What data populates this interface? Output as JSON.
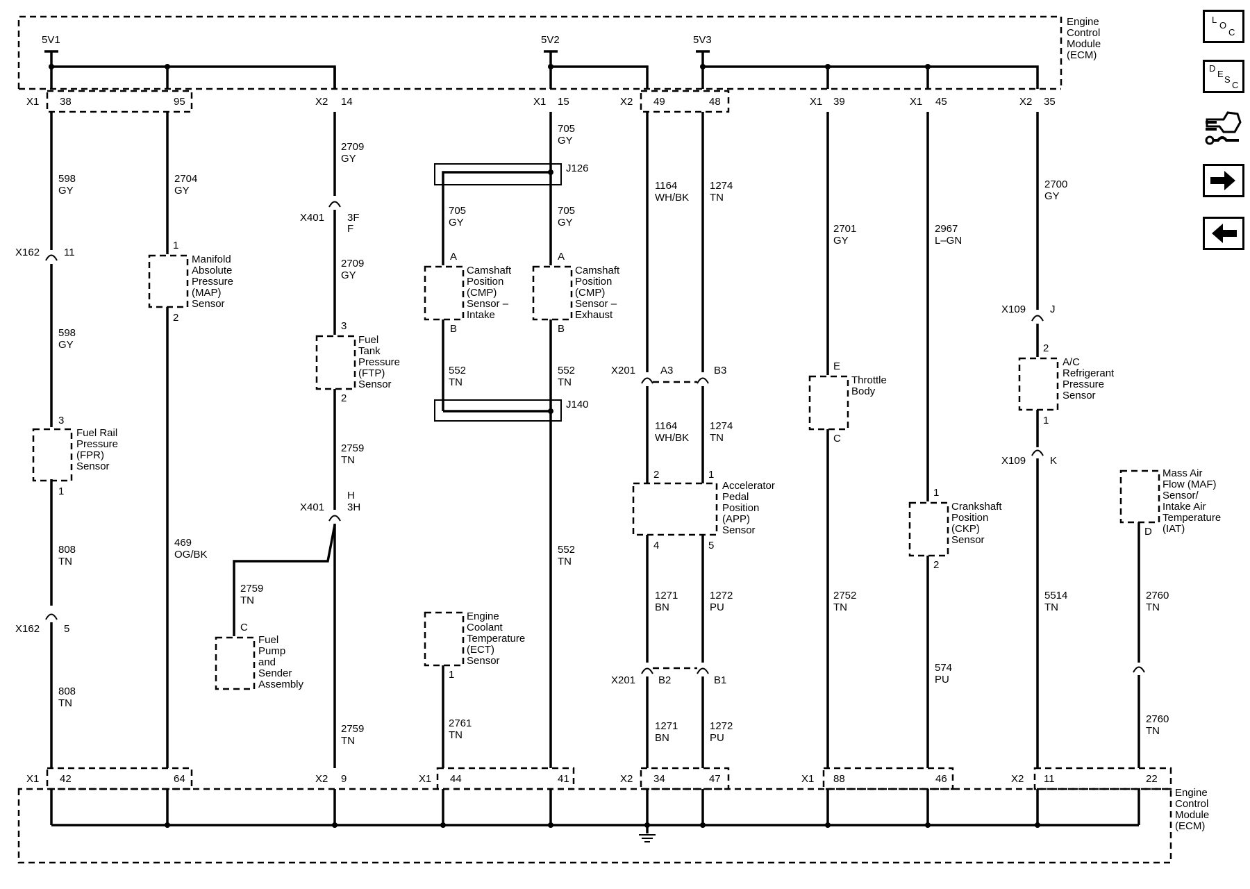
{
  "nav": {
    "loc": [
      "L",
      "O",
      "C"
    ],
    "desc": [
      "D",
      "E",
      "S",
      "C"
    ]
  },
  "ecm": {
    "top_label": [
      "Engine",
      "Control",
      "Module",
      "(ECM)"
    ],
    "bottom_label": [
      "Engine",
      "Control",
      "Module",
      "(ECM)"
    ]
  },
  "supplies": [
    "5V1",
    "5V2",
    "5V3"
  ],
  "top_pins": {
    "conn": [
      "X1",
      "X2",
      "X1",
      "X2",
      "X1",
      "X1",
      "X2"
    ],
    "nums": [
      "38",
      "95",
      "14",
      "15",
      "49",
      "48",
      "39",
      "45",
      "35"
    ]
  },
  "bottom_pins": {
    "conn": [
      "X1",
      "X2",
      "X1",
      "X2",
      "X1",
      "X2"
    ],
    "nums": [
      "42",
      "64",
      "9",
      "44",
      "41",
      "34",
      "47",
      "88",
      "46",
      "11",
      "22"
    ]
  },
  "wires": [
    [
      "598",
      "GY"
    ],
    [
      "598",
      "GY"
    ],
    [
      "808",
      "TN"
    ],
    [
      "808",
      "TN"
    ],
    [
      "2704",
      "GY"
    ],
    [
      "469",
      "OG/BK"
    ],
    [
      "2709",
      "GY"
    ],
    [
      "2709",
      "GY"
    ],
    [
      "2759",
      "TN"
    ],
    [
      "2759",
      "TN"
    ],
    [
      "2759",
      "TN"
    ],
    [
      "705",
      "GY"
    ],
    [
      "705",
      "GY"
    ],
    [
      "705",
      "GY"
    ],
    [
      "552",
      "TN"
    ],
    [
      "552",
      "TN"
    ],
    [
      "552",
      "TN"
    ],
    [
      "2761",
      "TN"
    ],
    [
      "1164",
      "WH/BK"
    ],
    [
      "1164",
      "WH/BK"
    ],
    [
      "1274",
      "TN"
    ],
    [
      "1274",
      "TN"
    ],
    [
      "1271",
      "BN"
    ],
    [
      "1271",
      "BN"
    ],
    [
      "1272",
      "PU"
    ],
    [
      "1272",
      "PU"
    ],
    [
      "2701",
      "GY"
    ],
    [
      "2752",
      "TN"
    ],
    [
      "2967",
      "L–GN"
    ],
    [
      "574",
      "PU"
    ],
    [
      "2700",
      "GY"
    ],
    [
      "5514",
      "TN"
    ],
    [
      "2760",
      "TN"
    ],
    [
      "2760",
      "TN"
    ]
  ],
  "inline_connectors": [
    {
      "name": "X162",
      "pin": "11"
    },
    {
      "name": "X162",
      "pin": "5"
    },
    {
      "name": "X401",
      "pin": "3F",
      "pin2": "F"
    },
    {
      "name": "X401",
      "pin": "H",
      "pin2": "3H"
    },
    {
      "name": "X201",
      "pin": "A3"
    },
    {
      "name": "",
      "pin": "B3"
    },
    {
      "name": "X201",
      "pin": "B2"
    },
    {
      "name": "",
      "pin": "B1"
    },
    {
      "name": "X109",
      "pin": "J"
    },
    {
      "name": "X109",
      "pin": "K"
    }
  ],
  "splices": [
    "J126",
    "J140"
  ],
  "components": [
    {
      "lines": [
        "Fuel Rail",
        "Pressure",
        "(FPR)",
        "Sensor"
      ],
      "pins": [
        "3",
        "1"
      ]
    },
    {
      "lines": [
        "Manifold",
        "Absolute",
        "Pressure",
        "(MAP)",
        "Sensor"
      ],
      "pins": [
        "1",
        "2"
      ]
    },
    {
      "lines": [
        "Fuel",
        "Tank",
        "Pressure",
        "(FTP)",
        "Sensor"
      ],
      "pins": [
        "3",
        "2"
      ]
    },
    {
      "lines": [
        "Fuel",
        "Pump",
        "and",
        "Sender",
        "Assembly"
      ],
      "pins": [
        "C"
      ]
    },
    {
      "lines": [
        "Camshaft",
        "Position",
        "(CMP)",
        "Sensor –",
        "Intake"
      ],
      "pins": [
        "A",
        "B"
      ]
    },
    {
      "lines": [
        "Camshaft",
        "Position",
        "(CMP)",
        "Sensor –",
        "Exhaust"
      ],
      "pins": [
        "A",
        "B"
      ]
    },
    {
      "lines": [
        "Engine",
        "Coolant",
        "Temperature",
        "(ECT)",
        "Sensor"
      ],
      "pins": [
        "1"
      ]
    },
    {
      "lines": [
        "Accelerator",
        "Pedal",
        "Position",
        "(APP)",
        "Sensor"
      ],
      "pins": [
        "2",
        "1",
        "4",
        "5"
      ]
    },
    {
      "lines": [
        "Throttle",
        "Body"
      ],
      "pins": [
        "E",
        "C"
      ]
    },
    {
      "lines": [
        "Crankshaft",
        "Position",
        "(CKP)",
        "Sensor"
      ],
      "pins": [
        "1",
        "2"
      ]
    },
    {
      "lines": [
        "A/C",
        "Refrigerant",
        "Pressure",
        "Sensor"
      ],
      "pins": [
        "2",
        "1"
      ]
    },
    {
      "lines": [
        "Mass Air",
        "Flow (MAF)",
        "Sensor/",
        "Intake Air",
        "Temperature",
        "(IAT)"
      ],
      "pins": [
        "D"
      ]
    }
  ]
}
